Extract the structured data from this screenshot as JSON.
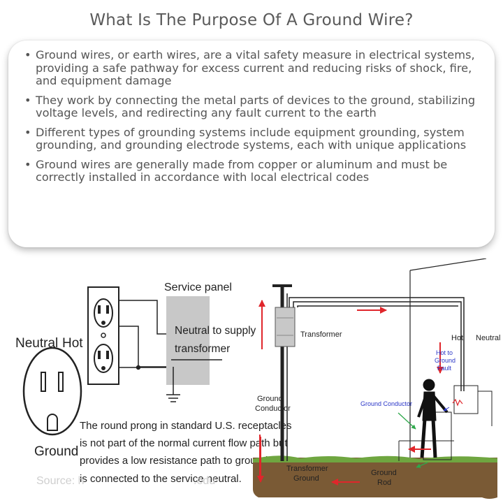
{
  "title": "What Is The Purpose Of A Ground Wire?",
  "bullets": [
    "Ground wires, or earth wires, are a vital safety measure in electrical systems, providing a safe pathway for excess current and reducing risks of shock, fire, and equipment damage",
    "They work by connecting the metal parts of devices to the ground, stabilizing voltage levels, and redirecting any fault current to the earth",
    "Different types of grounding systems include equipment grounding, system grounding, and grounding electrode systems, each with unique applications",
    "Ground wires are generally made from copper or aluminum and must be correctly installed in accordance with local electrical codes"
  ],
  "left_diagram": {
    "neutral_label": "Neutral",
    "hot_label": "Hot",
    "ground_label": "Ground",
    "service_panel_label": "Service panel",
    "neutral_supply_line1": "Neutral to supply",
    "neutral_supply_line2": "transformer",
    "caption_lines": [
      "The round prong in standard U.S. receptacles",
      "is not part of the normal current flow path but",
      "provides a low resistance path to ground that",
      "is connected to the service neutral."
    ],
    "source_prefix": "Source: h",
    "source_suffix": ".edu"
  },
  "right_diagram": {
    "transformer_label": "Transformer",
    "hot_label": "Hot",
    "neutral_label": "Neutral",
    "fault_line1": "Hot to",
    "fault_line2": "Ground",
    "fault_line3": "Fault",
    "ground_conductor_label": "Ground Conductor",
    "ground_line1": "Ground",
    "ground_line2": "Conductor",
    "transformer_ground_line1": "Transformer",
    "transformer_ground_line2": "Ground",
    "ground_rod_line1": "Ground",
    "ground_rod_line2": "Rod"
  },
  "colors": {
    "title": "#5a5a5a",
    "text": "#555555",
    "arrow_red": "#e0262b",
    "fault_blue": "#2a36c8",
    "ground_green": "#2ea84a",
    "soil": "#7a5a35",
    "grass": "#6fa640",
    "panel_gray": "#c8c8c8"
  }
}
